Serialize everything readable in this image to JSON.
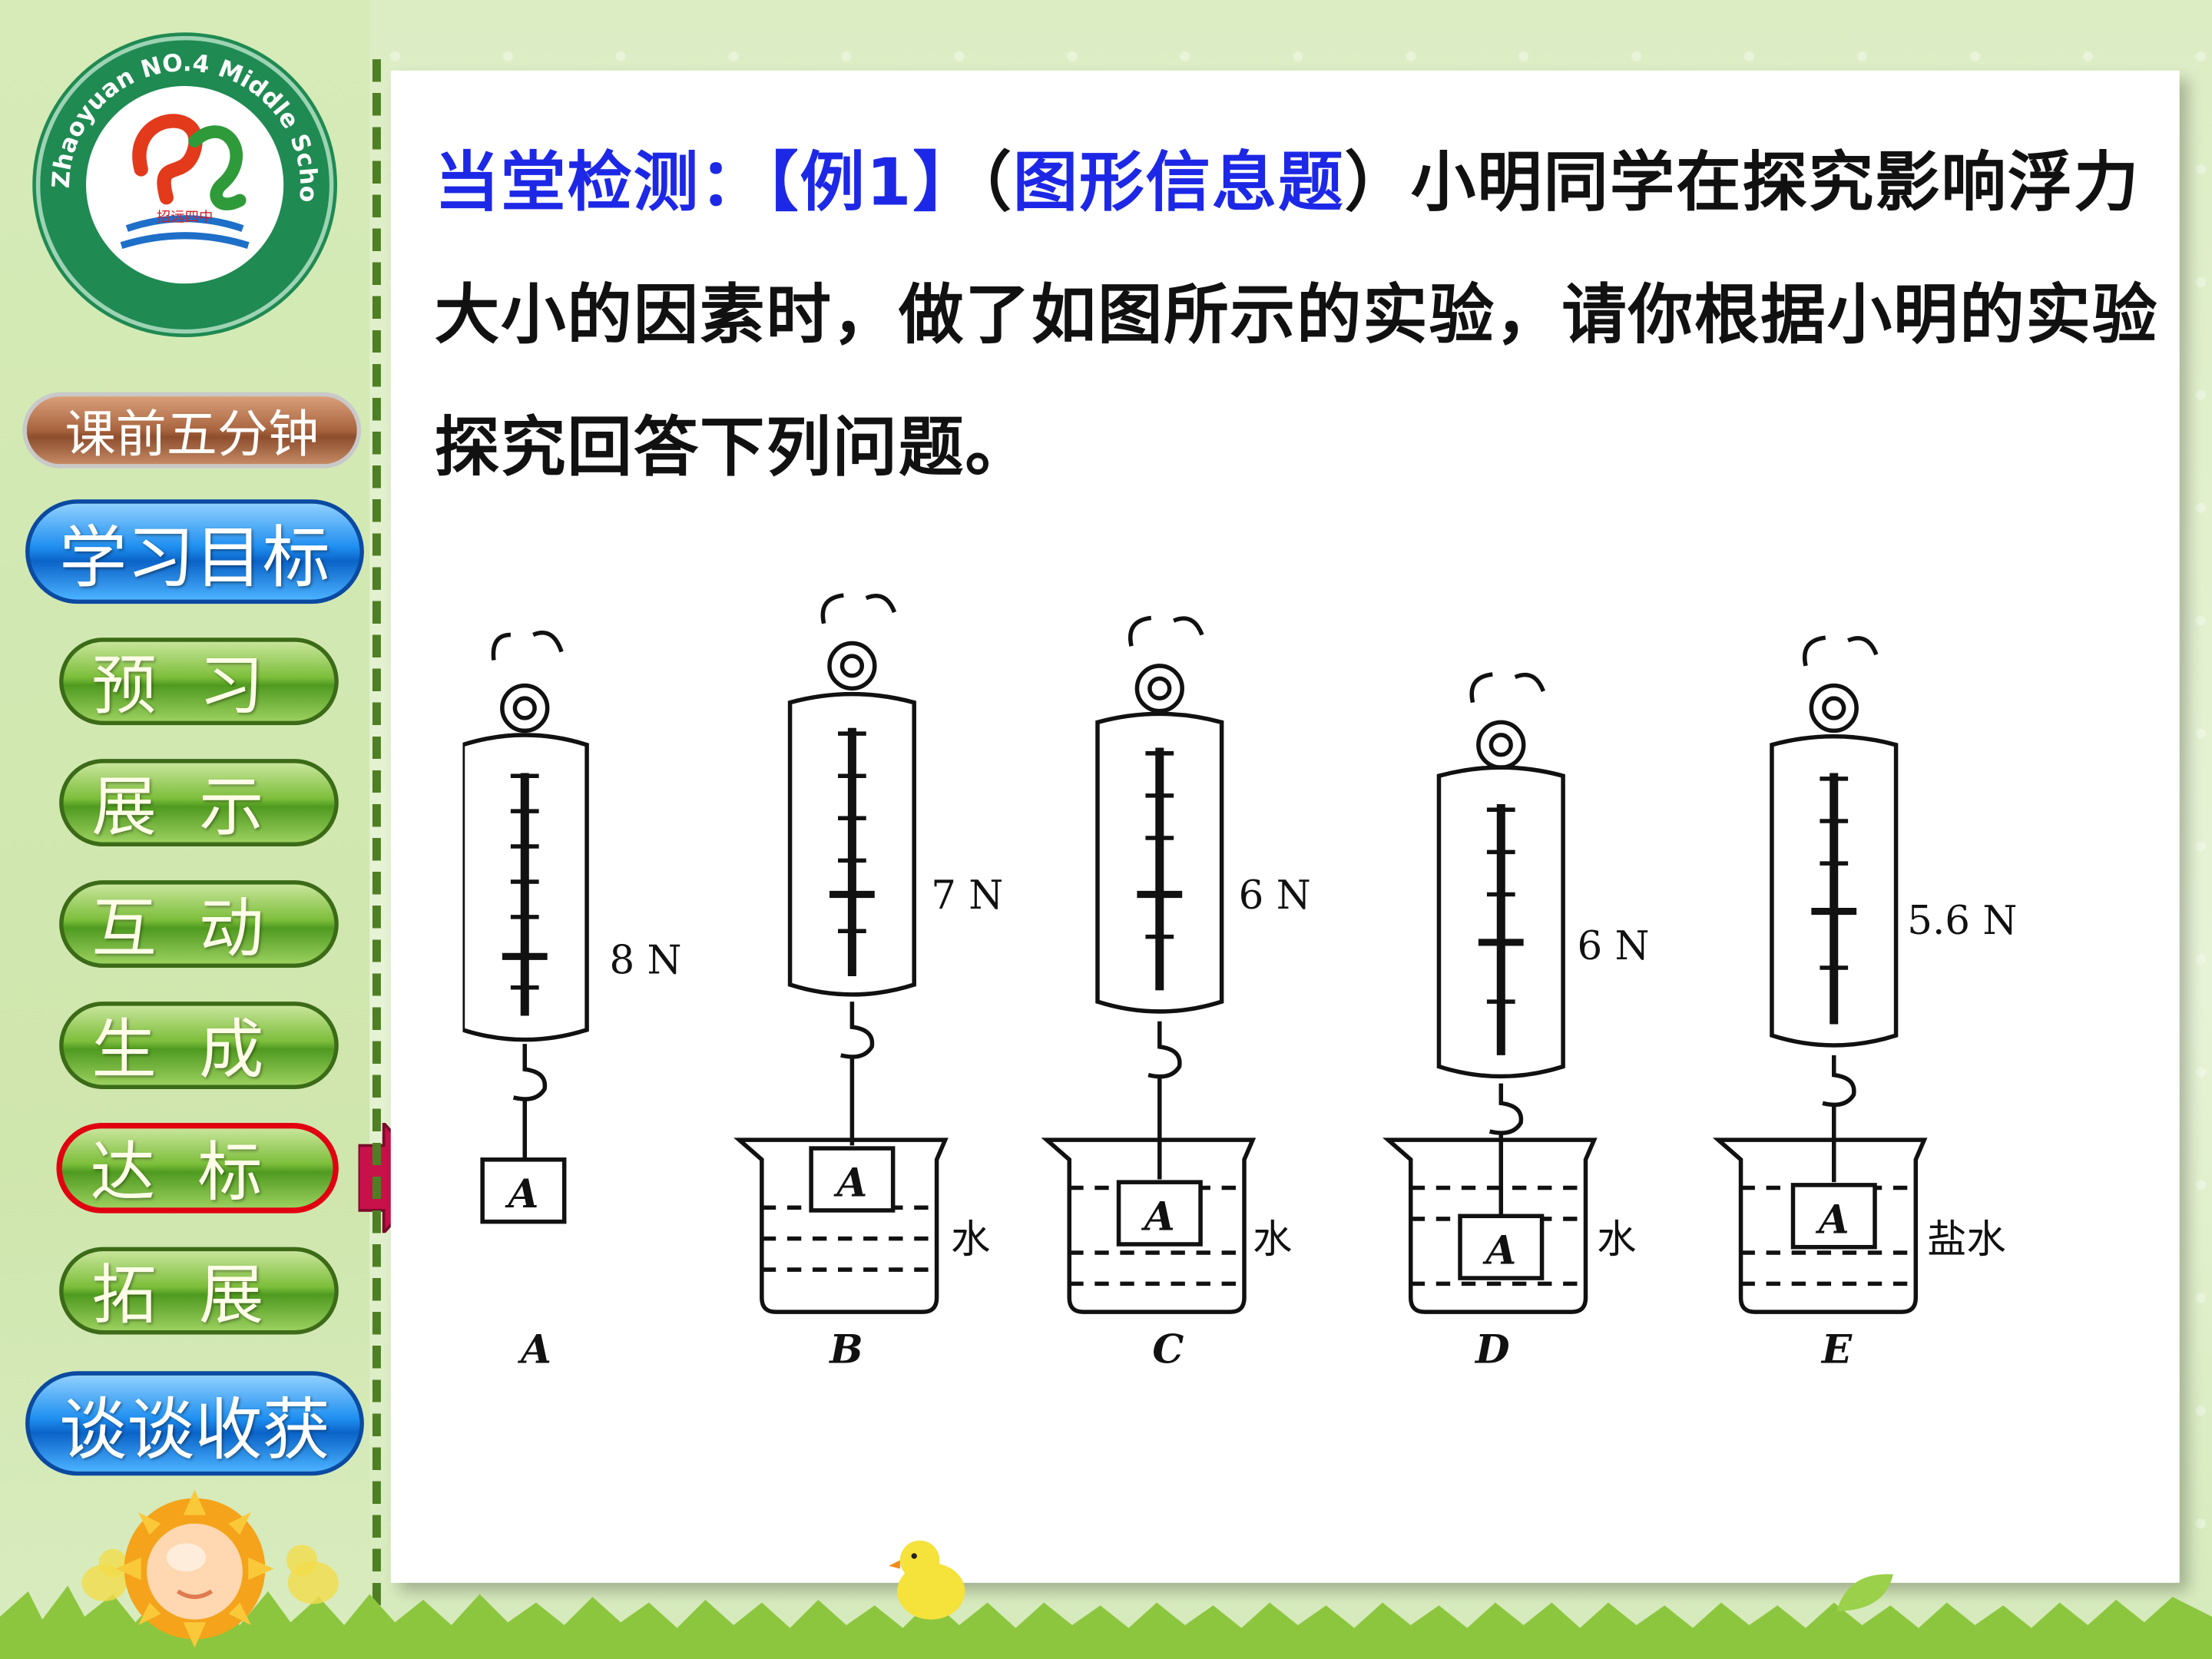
{
  "logo": {
    "ring_text": "Zhaoyuan NO.4 Middle School",
    "caption": "招远四中"
  },
  "nav": [
    {
      "label": "课前五分钟",
      "style": "brown"
    },
    {
      "label": "学习目标",
      "style": "blue"
    },
    {
      "label": "预习",
      "style": "green"
    },
    {
      "label": "展示",
      "style": "green"
    },
    {
      "label": "互动",
      "style": "green"
    },
    {
      "label": "生成",
      "style": "green"
    },
    {
      "label": "达标",
      "style": "green",
      "active": true
    },
    {
      "label": "拓展",
      "style": "green"
    },
    {
      "label": "谈谈收获",
      "style": "blue"
    }
  ],
  "question": {
    "prefix": "当堂检测：",
    "example": "【例1】",
    "paren_open": "（",
    "type": "图形信息题",
    "paren_close": "）",
    "body": "小明同学在探究影响浮力大小的因素时，做了如图所示的实验，请你根据小明的实验探究回答下列问题。"
  },
  "figure": {
    "setups": [
      {
        "label": "A",
        "reading": "8 N",
        "liquid": ""
      },
      {
        "label": "B",
        "reading": "7 N",
        "liquid": "水"
      },
      {
        "label": "C",
        "reading": "6 N",
        "liquid": "水"
      },
      {
        "label": "D",
        "reading": "6 N",
        "liquid": "水"
      },
      {
        "label": "E",
        "reading": "5.6 N",
        "liquid": "盐水"
      }
    ],
    "block_label": "A"
  },
  "colors": {
    "question_highlight": "#1d28e6",
    "active_border": "#e00010",
    "arrow": "#c8104a"
  }
}
